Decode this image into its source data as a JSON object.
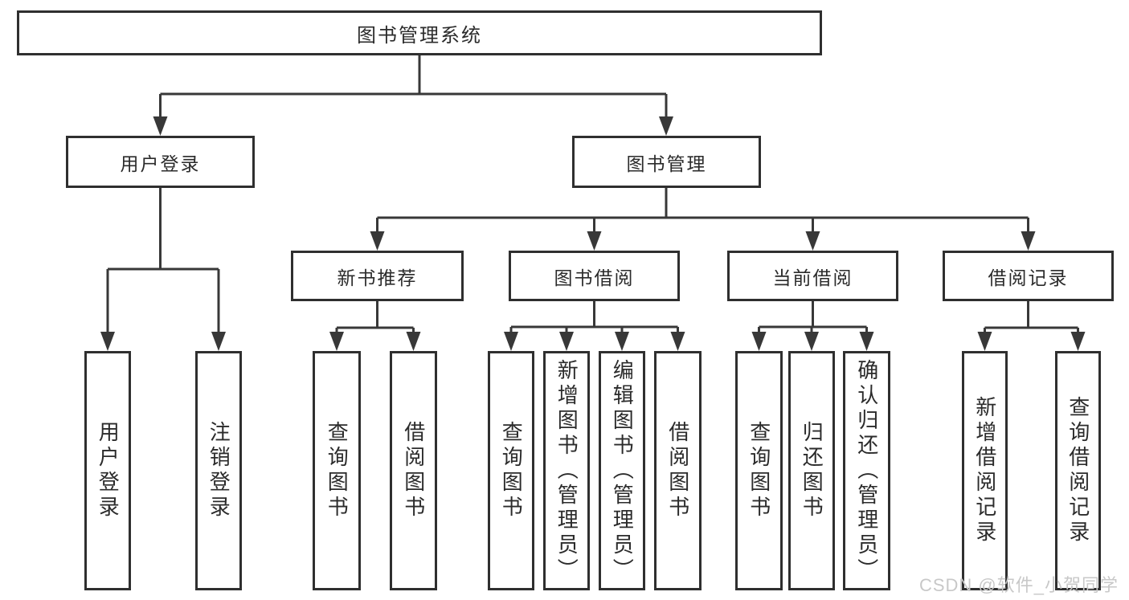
{
  "title": {
    "label": "图书管理系统"
  },
  "level2": {
    "user_login": {
      "label": "用户登录"
    },
    "book_management": {
      "label": "图书管理"
    }
  },
  "level3": {
    "new_book_recommend": {
      "label": "新书推荐"
    },
    "book_borrowing": {
      "label": "图书借阅"
    },
    "current_borrowing": {
      "label": "当前借阅"
    },
    "borrowing_records": {
      "label": "借阅记录"
    }
  },
  "leaves": {
    "user_login": [
      "用户登录",
      "注销登录"
    ],
    "new_book_recommend": [
      "查询图书",
      "借阅图书"
    ],
    "book_borrowing": [
      "查询图书",
      "新增图书（管理员）",
      "编辑图书（管理员）",
      "借阅图书"
    ],
    "current_borrowing": [
      "查询图书",
      "归还图书",
      "确认归还（管理员）"
    ],
    "borrowing_records": [
      "新增借阅记录",
      "查询借阅记录"
    ]
  },
  "watermark": {
    "text": "CSDN @软件_小贺同学"
  },
  "colors": {
    "line": "#383838",
    "box_border": "#2f2f2f",
    "text": "#2b2b2b",
    "watermark": "#c8c8c8",
    "background": "#ffffff"
  }
}
